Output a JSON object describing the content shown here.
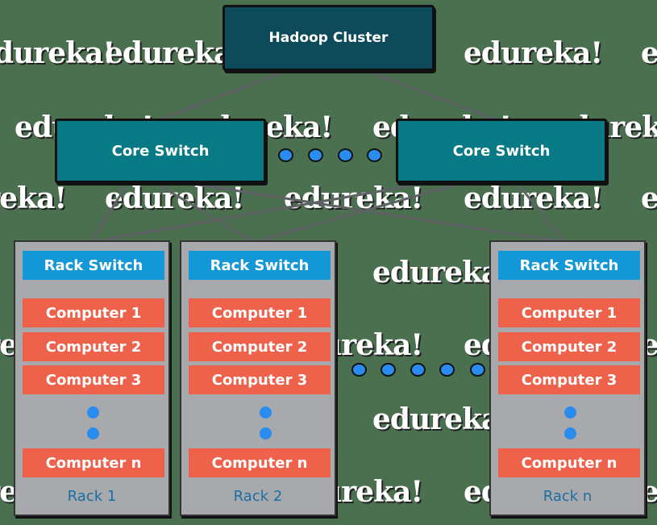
{
  "diagram": {
    "title": "Hadoop Cluster",
    "colors": {
      "background": "#4a7050",
      "cluster": "#0d4a5a",
      "core_switch": "#087a86",
      "rack": "#a8a9ad",
      "rack_switch": "#1497d6",
      "computer": "#ee614a",
      "dot": "#2a8cf0",
      "rack_label": "#1a6fa3"
    },
    "cluster": {
      "label": "Hadoop Cluster"
    },
    "core_switches": [
      {
        "label": "Core Switch"
      },
      {
        "label": "Core Switch"
      }
    ],
    "racks": [
      {
        "switch": "Rack Switch",
        "computers": [
          "Computer 1",
          "Computer 2",
          "Computer 3"
        ],
        "last_computer": "Computer n",
        "label": "Rack 1"
      },
      {
        "switch": "Rack Switch",
        "computers": [
          "Computer 1",
          "Computer 2",
          "Computer 3"
        ],
        "last_computer": "Computer n",
        "label": "Rack 2"
      },
      {
        "switch": "Rack Switch",
        "computers": [
          "Computer 1",
          "Computer 2",
          "Computer 3"
        ],
        "last_computer": "Computer n",
        "label": "Rack n"
      }
    ],
    "watermark": "edureka!"
  }
}
